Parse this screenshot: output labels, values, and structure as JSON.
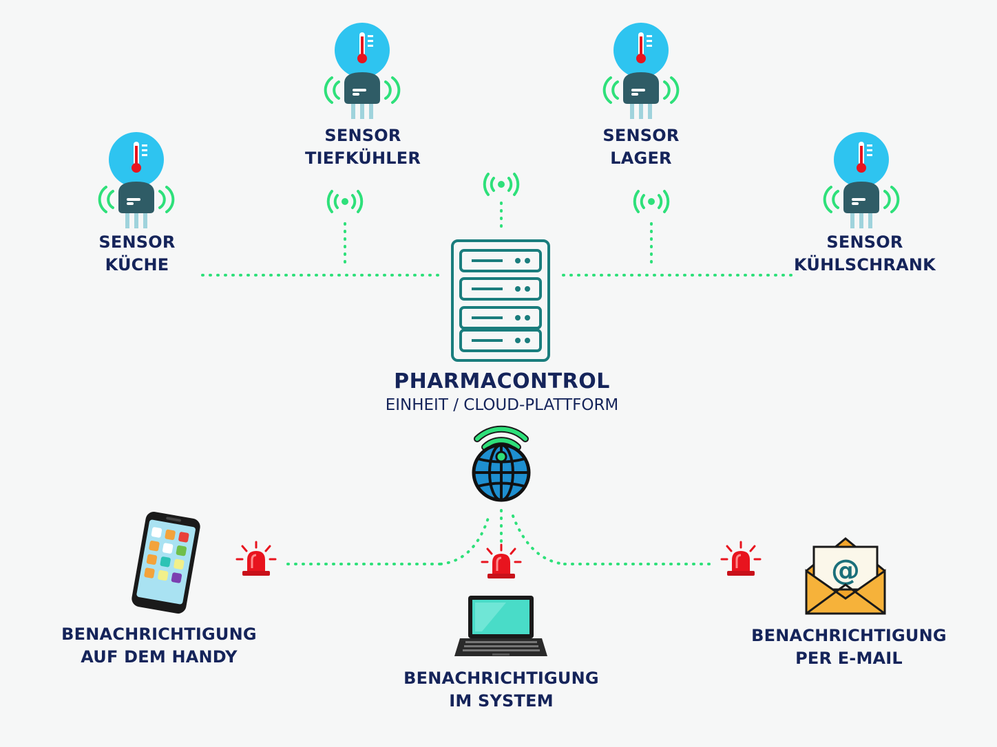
{
  "hub": {
    "title": "PHARMACONTROL",
    "subtitle": "EINHEIT / CLOUD-PLATTFORM",
    "icon": "server-rack-icon"
  },
  "sensors": [
    {
      "id": "kueche",
      "line1": "SENSOR",
      "line2": "KÜCHE",
      "icon": "thermometer-sensor-icon"
    },
    {
      "id": "tiefkuehler",
      "line1": "SENSOR",
      "line2": "TIEFKÜHLER",
      "icon": "thermometer-sensor-icon"
    },
    {
      "id": "lager",
      "line1": "SENSOR",
      "line2": "LAGER",
      "icon": "thermometer-sensor-icon"
    },
    {
      "id": "kuehlschrank",
      "line1": "SENSOR",
      "line2": "KÜHLSCHRANK",
      "icon": "thermometer-sensor-icon"
    }
  ],
  "notifications": [
    {
      "id": "handy",
      "line1": "BENACHRICHTIGUNG",
      "line2": "AUF DEM HANDY",
      "icon": "smartphone-icon"
    },
    {
      "id": "system",
      "line1": "BENACHRICHTIGUNG",
      "line2": "IM SYSTEM",
      "icon": "laptop-icon"
    },
    {
      "id": "email",
      "line1": "BENACHRICHTIGUNG",
      "line2": "PER E-MAIL",
      "icon": "email-envelope-icon"
    }
  ],
  "colors": {
    "text": "#15245a",
    "connection": "#2ee07a",
    "sensor_body": "#2f5c66",
    "sensor_head": "#2ec4f0",
    "server": "#1a7d7d",
    "alarm": "#e8141e"
  }
}
